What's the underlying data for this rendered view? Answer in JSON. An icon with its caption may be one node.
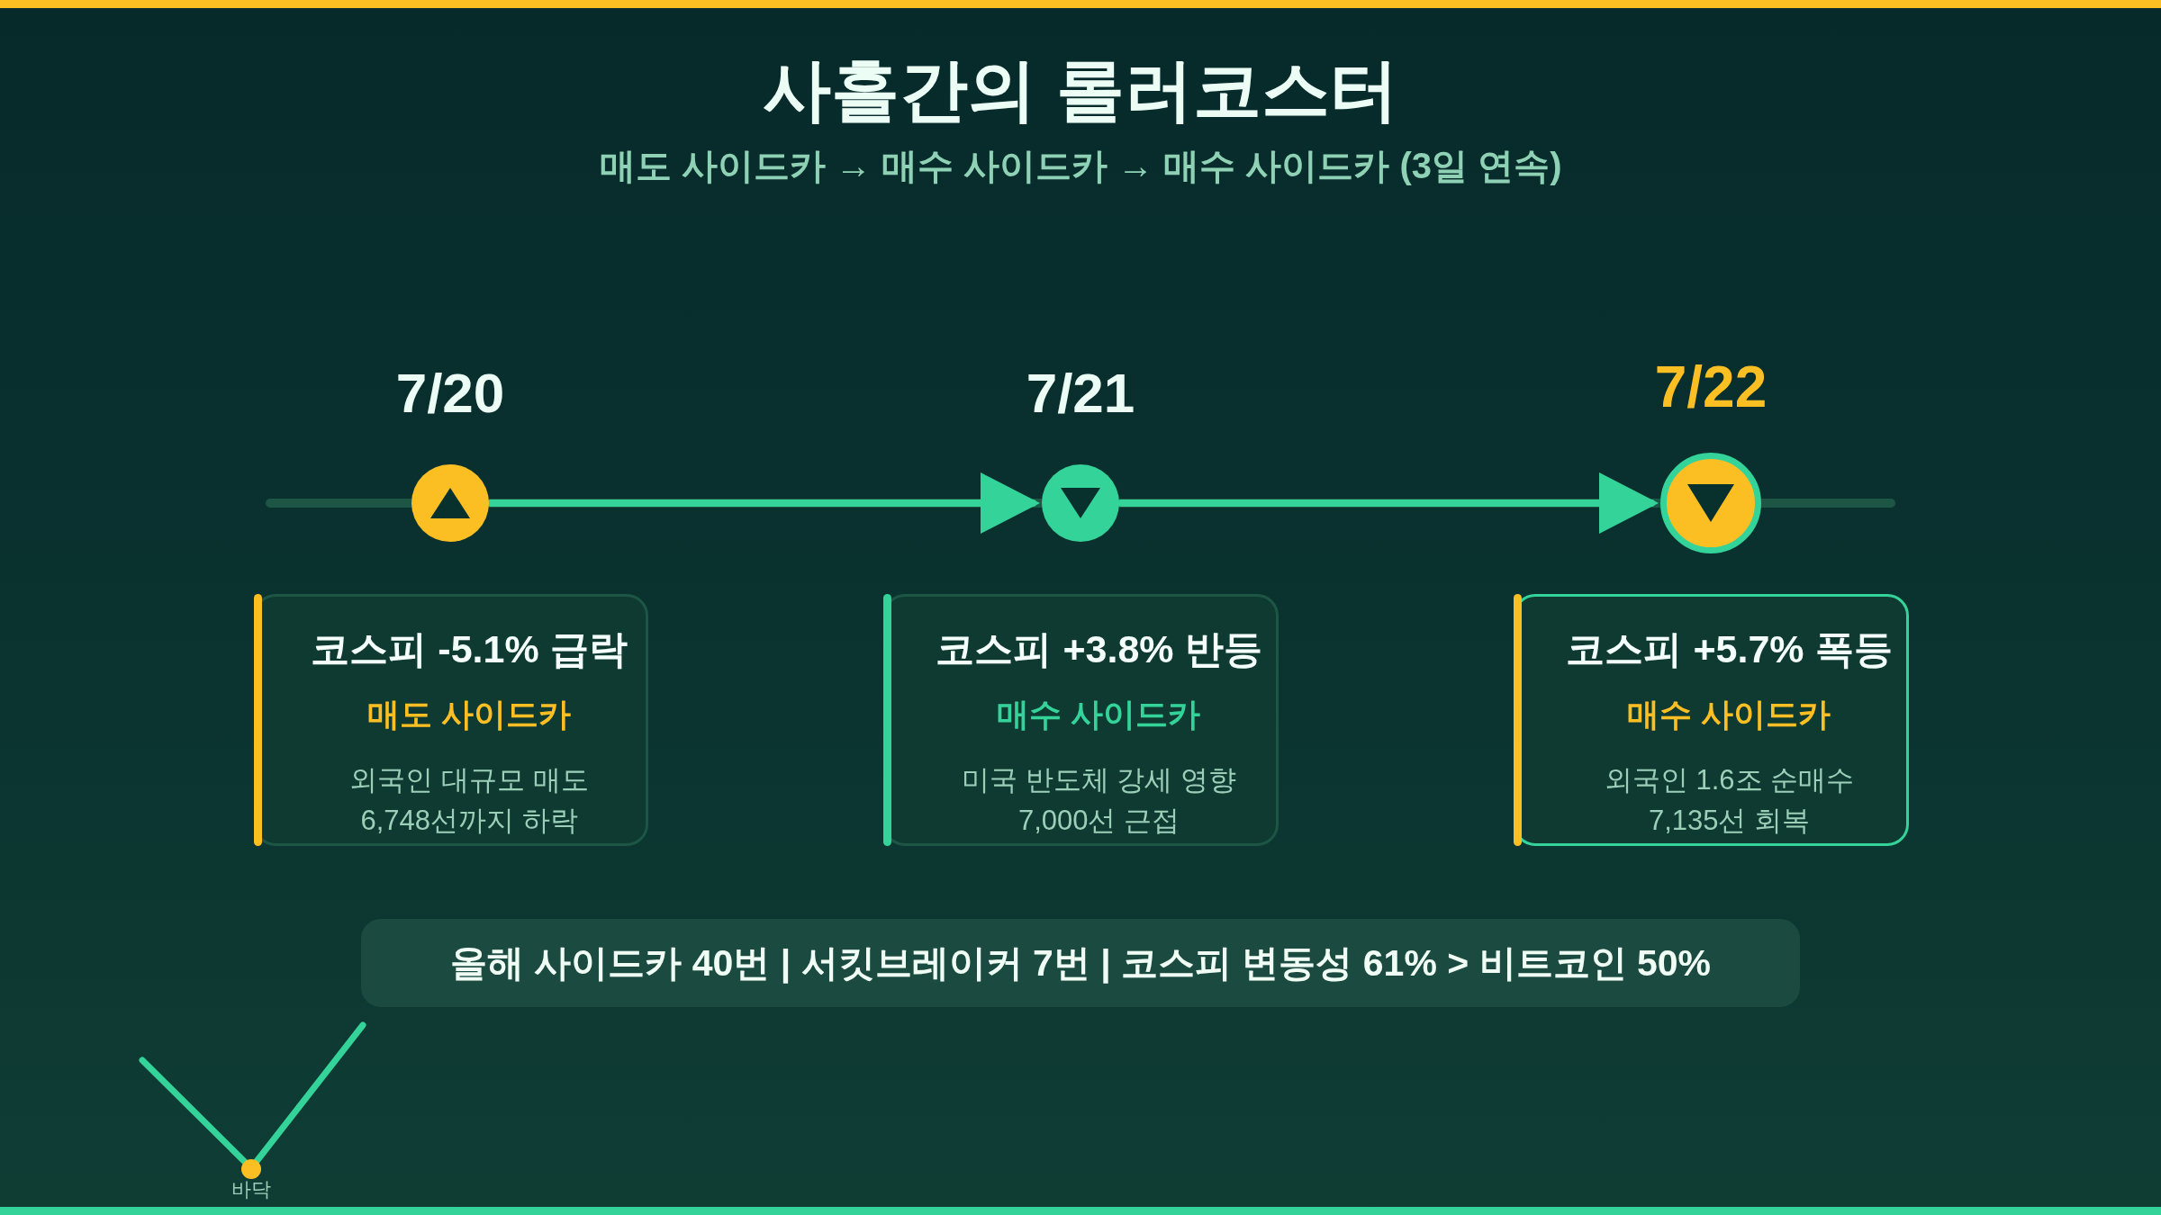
{
  "diagram": {
    "title": "사흘간의 롤러코스터",
    "nodes": [
      {
        "text": [
          "7/20"
        ]
      },
      {
        "text": [
          "7/21"
        ]
      },
      {
        "text": [
          "7/22"
        ]
      },
      {
        "text": [
          "코스피 -5.1% 급락",
          "매도 사이드카",
          "외국인 대규모 매도 6,748선까지 하락"
        ]
      },
      {
        "text": [
          "코스피 +3.8% 반등",
          "매수 사이드카",
          "미국 반도체 강세 영향 7,000선 근접"
        ]
      },
      {
        "text": [
          "코스피 +5.7% 폭등",
          "매수 사이드카",
          "외국인 1.6조 순매수 7,135선 회복"
        ]
      },
      {
        "text": [
          "올해 사이드카 40번 | 서킷브레이커 7번 | 코스피 변동성 61% > 비트코인 50%"
        ]
      }
    ],
    "edges": [
      {
        "from": 0,
        "to": 1,
        "arrow": "to"
      },
      {
        "from": 1,
        "to": 2,
        "arrow": "to"
      }
    ],
    "labels": [
      "매도 사이드카 → 매수 사이드카 → 매수 사이드카 (3일 연속)",
      "바닥"
    ]
  }
}
